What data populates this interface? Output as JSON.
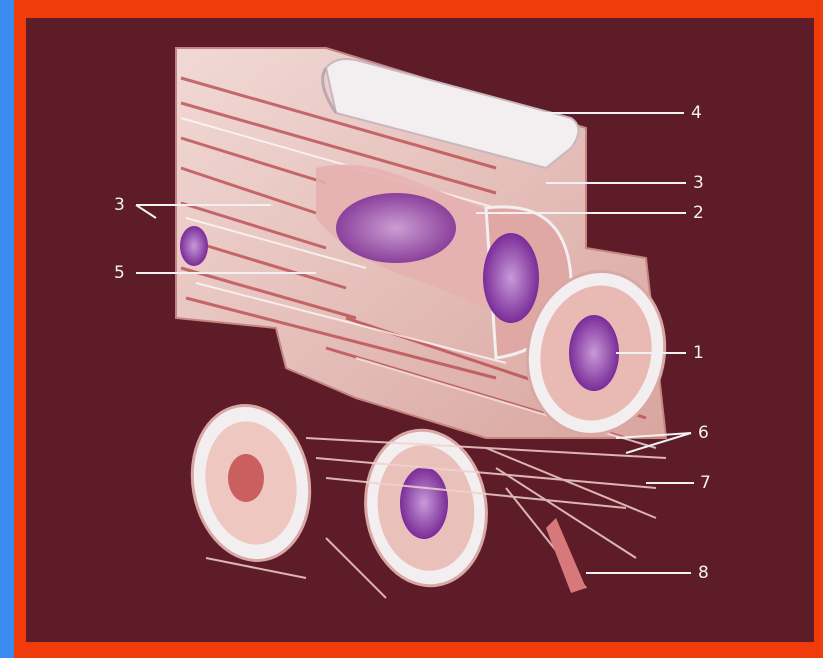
{
  "figure": {
    "labels": [
      {
        "id": "label-1",
        "text": "1"
      },
      {
        "id": "label-2",
        "text": "2"
      },
      {
        "id": "label-3-right",
        "text": "3"
      },
      {
        "id": "label-3-left",
        "text": "3"
      },
      {
        "id": "label-4",
        "text": "4"
      },
      {
        "id": "label-5",
        "text": "5"
      },
      {
        "id": "label-6",
        "text": "6"
      },
      {
        "id": "label-7",
        "text": "7"
      },
      {
        "id": "label-8",
        "text": "8"
      }
    ]
  },
  "colors": {
    "frame_blue": "#3b8cf0",
    "frame_red": "#f03c0a",
    "background": "#5d1c28",
    "tissue_pink": "#e8b9b0",
    "fiber_red": "#b8454a",
    "nucleus_purple": "#8a3aa8",
    "membrane_white": "#f3eef0"
  }
}
